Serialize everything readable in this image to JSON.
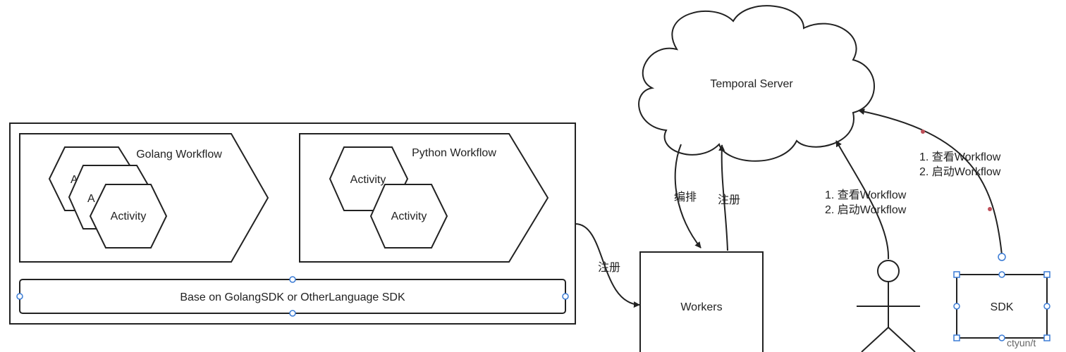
{
  "diagram": {
    "server_label": "Temporal Server",
    "golang_workflow": "Golang Workflow",
    "python_workflow": "Python Workflow",
    "activity": "Activity",
    "activity_partial": "A",
    "sdk_bar": "Base on GolangSDK or OtherLanguage SDK",
    "workers": "Workers",
    "sdk_box": "SDK",
    "edge_register": "注册",
    "edge_orchestrate": "编排",
    "actions": [
      "1. 查看Workflow",
      "2. 启动Workflow"
    ],
    "watermark": "ctyun/t"
  },
  "colors": {
    "stroke": "#222222",
    "selection_handle": "#3a7bd5",
    "waypoint": "#c0505a"
  }
}
